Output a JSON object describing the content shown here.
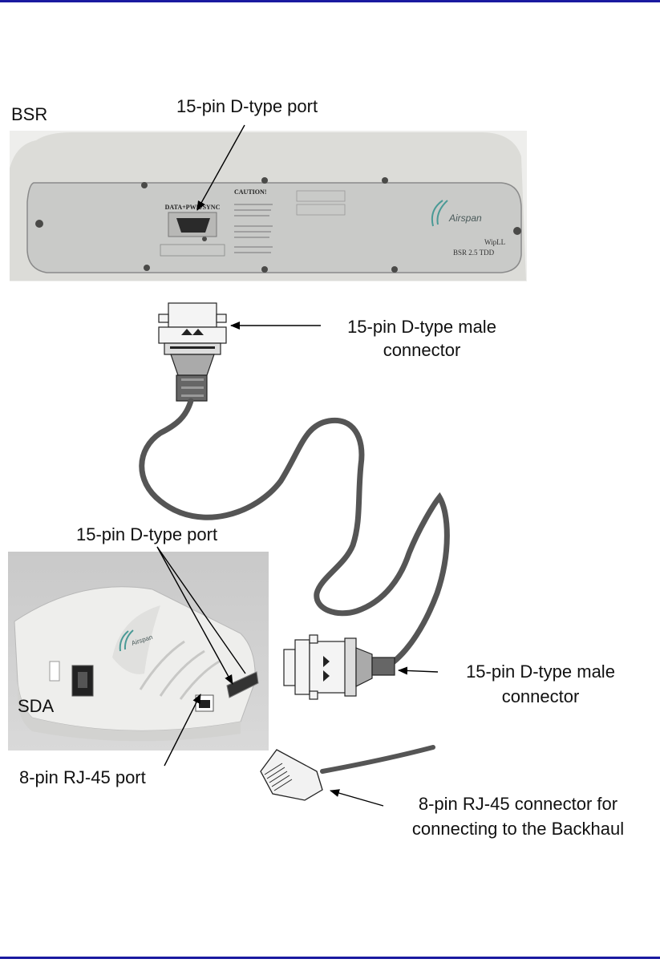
{
  "labels": {
    "bsr": "BSR",
    "bsr_port": "15-pin D-type port",
    "male_connector_1_line1": "15-pin D-type male",
    "male_connector_1_line2": "connector",
    "sda_port": "15-pin D-type port",
    "sda": "SDA",
    "male_connector_2_line1": "15-pin D-type male",
    "male_connector_2_line2": "connector",
    "rj45_port": "8-pin RJ-45 port",
    "rj45_connector_line1": "8-pin RJ-45 connector for",
    "rj45_connector_line2": "connecting to the Backhaul"
  },
  "device_text": {
    "bsr_panel_port": "DATA+PWR/SYNC",
    "bsr_caution": "CAUTION!",
    "bsr_brand": "Airspan",
    "bsr_model_line1": "WipLL",
    "bsr_model_line2": "BSR 2.5 TDD",
    "sda_brand": "Airspan"
  },
  "colors": {
    "rule": "#1a1aa0",
    "device_body": "#d8d8d4",
    "panel": "#c9cac8",
    "cable": "#555555",
    "brand_teal": "#4a9a96"
  }
}
